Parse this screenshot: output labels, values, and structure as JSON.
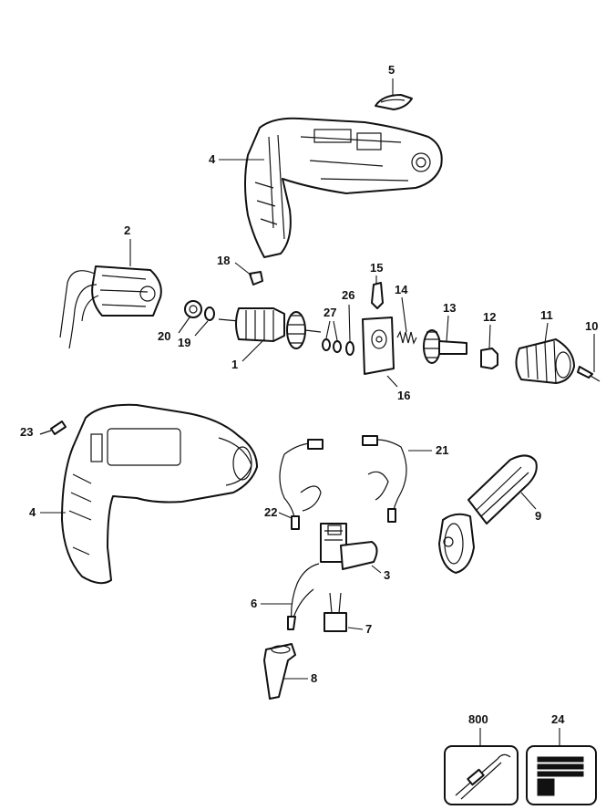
{
  "callouts": {
    "p1": "1",
    "p2": "2",
    "p3": "3",
    "p4_top": "4",
    "p4_bottom": "4",
    "p5": "5",
    "p6": "6",
    "p7": "7",
    "p8": "8",
    "p9": "9",
    "p10": "10",
    "p11": "11",
    "p12": "12",
    "p13": "13",
    "p14": "14",
    "p15": "15",
    "p16": "16",
    "p18": "18",
    "p19": "19",
    "p20": "20",
    "p21": "21",
    "p22": "22",
    "p23": "23",
    "p24": "24",
    "p26": "26",
    "p27": "27",
    "p800": "800"
  }
}
